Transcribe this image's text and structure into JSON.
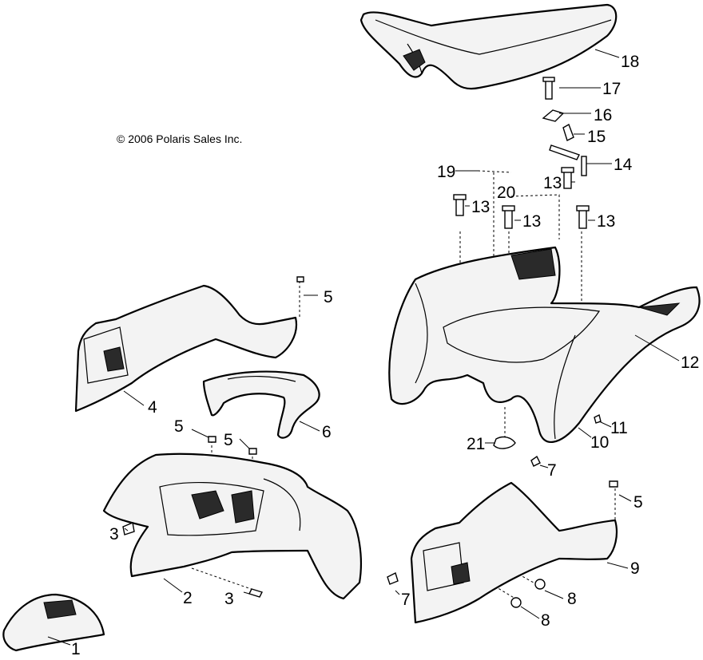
{
  "copyright": "© 2006 Polaris Sales Inc.",
  "callouts": {
    "c1": "1",
    "c2": "2",
    "c3a": "3",
    "c3b": "3",
    "c4": "4",
    "c5a": "5",
    "c5b": "5",
    "c5c": "5",
    "c5d": "5",
    "c6": "6",
    "c7a": "7",
    "c7b": "7",
    "c8a": "8",
    "c8b": "8",
    "c9": "9",
    "c10": "10",
    "c11": "11",
    "c12": "12",
    "c13a": "13",
    "c13b": "13",
    "c13c": "13",
    "c13d": "13",
    "c14": "14",
    "c15": "15",
    "c16": "16",
    "c17": "17",
    "c18": "18",
    "c19": "19",
    "c20": "20",
    "c21": "21"
  }
}
